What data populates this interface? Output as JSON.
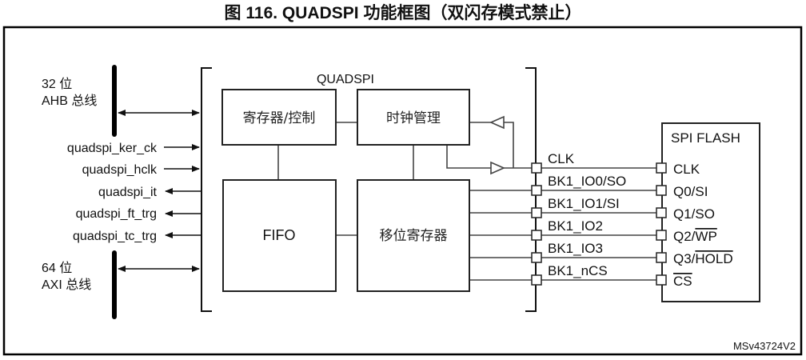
{
  "figure": {
    "title": "图 116. QUADSPI 功能框图（双闪存模式禁止）",
    "id_label": "MSv43724V2"
  },
  "buses": {
    "ahb": {
      "line1": "32 位",
      "line2": "AHB 总线"
    },
    "axi": {
      "line1": "64 位",
      "line2": "AXI 总线"
    }
  },
  "signals": [
    {
      "label": "quadspi_ker_ck",
      "direction": "in"
    },
    {
      "label": "quadspi_hclk",
      "direction": "in"
    },
    {
      "label": "quadspi_it",
      "direction": "out"
    },
    {
      "label": "quadspi_ft_trg",
      "direction": "out"
    },
    {
      "label": "quadspi_tc_trg",
      "direction": "out"
    }
  ],
  "quadspi": {
    "label": "QUADSPI",
    "blocks": {
      "registers": "寄存器/控制",
      "clock": "时钟管理",
      "fifo": "FIFO",
      "shift": "移位寄存器"
    },
    "pins": [
      "CLK",
      "BK1_IO0/SO",
      "BK1_IO1/SI",
      "BK1_IO2",
      "BK1_IO3",
      "BK1_nCS"
    ]
  },
  "flash": {
    "label": "SPI FLASH",
    "pins": [
      {
        "prefix": "CLK",
        "overline": ""
      },
      {
        "prefix": "Q0/SI",
        "overline": ""
      },
      {
        "prefix": "Q1/SO",
        "overline": ""
      },
      {
        "prefix": "Q2/",
        "overline": "WP"
      },
      {
        "prefix": "Q3/",
        "overline": "HOLD"
      },
      {
        "prefix": "",
        "overline": "CS"
      }
    ]
  }
}
